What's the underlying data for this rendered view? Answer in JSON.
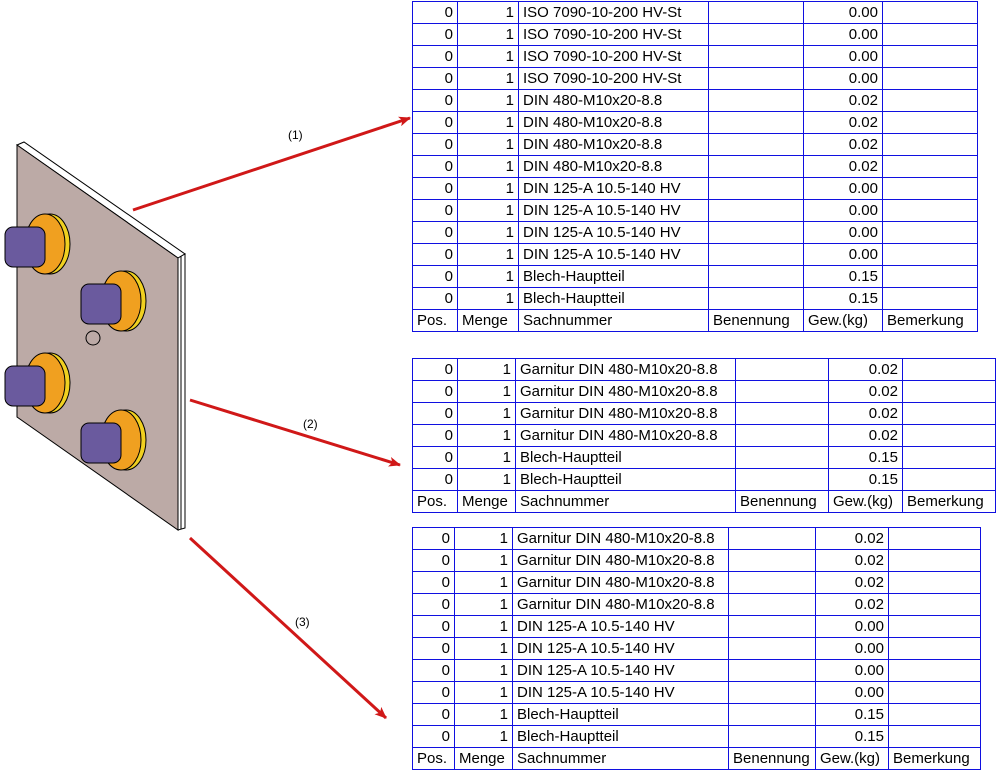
{
  "arrows": [
    {
      "label": "(1)"
    },
    {
      "label": "(2)"
    },
    {
      "label": "(3)"
    }
  ],
  "colors": {
    "grid": "#1010e0",
    "arrow": "#d01818",
    "plate": "#bcaaa6",
    "bolt": "#6a5a9e",
    "washer": "#f0a020"
  },
  "header": [
    "Pos.",
    "Menge",
    "Sachnummer",
    "Benennung",
    "Gew.(kg)",
    "Bemerkung"
  ],
  "tables": [
    {
      "rows": [
        [
          "0",
          "1",
          "ISO 7090-10-200 HV-St",
          "",
          "0.00",
          ""
        ],
        [
          "0",
          "1",
          "ISO 7090-10-200 HV-St",
          "",
          "0.00",
          ""
        ],
        [
          "0",
          "1",
          "ISO 7090-10-200 HV-St",
          "",
          "0.00",
          ""
        ],
        [
          "0",
          "1",
          "ISO 7090-10-200 HV-St",
          "",
          "0.00",
          ""
        ],
        [
          "0",
          "1",
          "DIN 480-M10x20-8.8",
          "",
          "0.02",
          ""
        ],
        [
          "0",
          "1",
          "DIN 480-M10x20-8.8",
          "",
          "0.02",
          ""
        ],
        [
          "0",
          "1",
          "DIN 480-M10x20-8.8",
          "",
          "0.02",
          ""
        ],
        [
          "0",
          "1",
          "DIN 480-M10x20-8.8",
          "",
          "0.02",
          ""
        ],
        [
          "0",
          "1",
          "DIN 125-A 10.5-140 HV",
          "",
          "0.00",
          ""
        ],
        [
          "0",
          "1",
          "DIN 125-A 10.5-140 HV",
          "",
          "0.00",
          ""
        ],
        [
          "0",
          "1",
          "DIN 125-A 10.5-140 HV",
          "",
          "0.00",
          ""
        ],
        [
          "0",
          "1",
          "DIN 125-A 10.5-140 HV",
          "",
          "0.00",
          ""
        ],
        [
          "0",
          "1",
          "Blech-Hauptteil",
          "",
          "0.15",
          ""
        ],
        [
          "0",
          "1",
          "Blech-Hauptteil",
          "",
          "0.15",
          ""
        ]
      ]
    },
    {
      "rows": [
        [
          "0",
          "1",
          "Garnitur DIN 480-M10x20-8.8",
          "",
          "0.02",
          ""
        ],
        [
          "0",
          "1",
          "Garnitur DIN 480-M10x20-8.8",
          "",
          "0.02",
          ""
        ],
        [
          "0",
          "1",
          "Garnitur DIN 480-M10x20-8.8",
          "",
          "0.02",
          ""
        ],
        [
          "0",
          "1",
          "Garnitur DIN 480-M10x20-8.8",
          "",
          "0.02",
          ""
        ],
        [
          "0",
          "1",
          "Blech-Hauptteil",
          "",
          "0.15",
          ""
        ],
        [
          "0",
          "1",
          "Blech-Hauptteil",
          "",
          "0.15",
          ""
        ]
      ]
    },
    {
      "rows": [
        [
          "0",
          "1",
          "Garnitur DIN 480-M10x20-8.8",
          "",
          "0.02",
          ""
        ],
        [
          "0",
          "1",
          "Garnitur DIN 480-M10x20-8.8",
          "",
          "0.02",
          ""
        ],
        [
          "0",
          "1",
          "Garnitur DIN 480-M10x20-8.8",
          "",
          "0.02",
          ""
        ],
        [
          "0",
          "1",
          "Garnitur DIN 480-M10x20-8.8",
          "",
          "0.02",
          ""
        ],
        [
          "0",
          "1",
          "DIN 125-A 10.5-140 HV",
          "",
          "0.00",
          ""
        ],
        [
          "0",
          "1",
          "DIN 125-A 10.5-140 HV",
          "",
          "0.00",
          ""
        ],
        [
          "0",
          "1",
          "DIN 125-A 10.5-140 HV",
          "",
          "0.00",
          ""
        ],
        [
          "0",
          "1",
          "DIN 125-A 10.5-140 HV",
          "",
          "0.00",
          ""
        ],
        [
          "0",
          "1",
          "Blech-Hauptteil",
          "",
          "0.15",
          ""
        ],
        [
          "0",
          "1",
          "Blech-Hauptteil",
          "",
          "0.15",
          ""
        ]
      ]
    }
  ]
}
